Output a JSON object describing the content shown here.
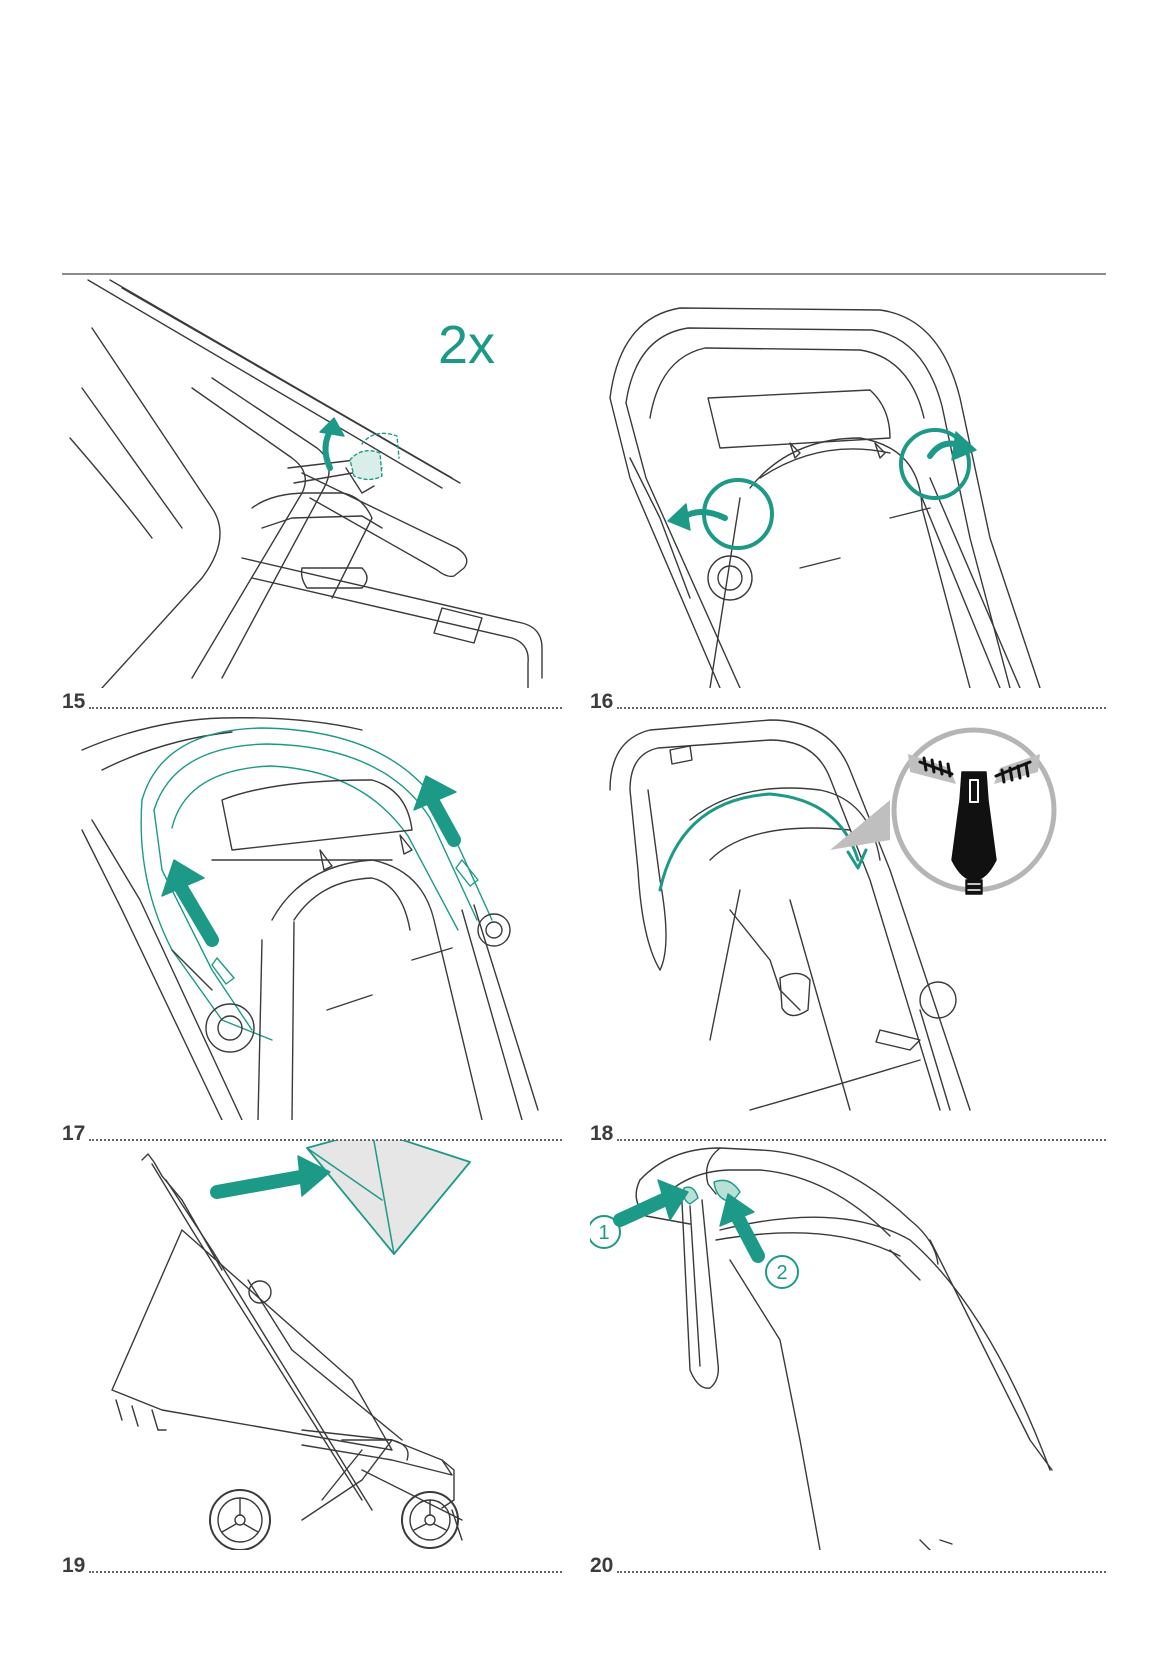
{
  "steps": [
    {
      "number": "15",
      "note": "2x"
    },
    {
      "number": "16"
    },
    {
      "number": "17"
    },
    {
      "number": "18"
    },
    {
      "number": "19"
    },
    {
      "number": "20",
      "callouts": [
        "1",
        "2"
      ]
    }
  ],
  "colors": {
    "accent": "#1d9a87",
    "line": "#3a3a3a",
    "rule": "#8c8c8c"
  },
  "icons": [
    "release-arrow",
    "rotate-arrow",
    "push-arrow",
    "zoom-detail"
  ]
}
